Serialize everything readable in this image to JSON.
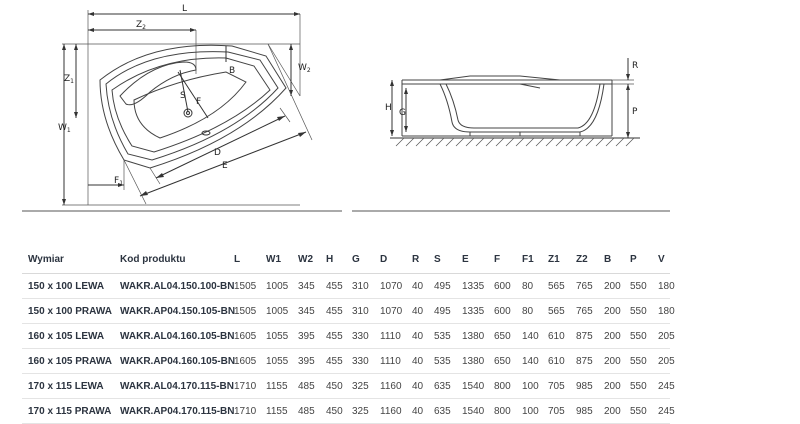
{
  "diagram": {
    "top_view_labels": {
      "L": "L",
      "Z2": "Z",
      "Z2_sub": "2",
      "Z1": "Z",
      "Z1_sub": "1",
      "W1": "W",
      "W1_sub": "1",
      "W2": "W",
      "W2_sub": "2",
      "B": "B",
      "S": "S",
      "F": "F",
      "D": "D",
      "E": "E",
      "F1": "F",
      "F1_sub": "1"
    },
    "side_view_labels": {
      "R": "R",
      "H": "H",
      "G": "G",
      "P": "P"
    }
  },
  "table": {
    "headers": [
      "Wymiar",
      "Kod produktu",
      "L",
      "W1",
      "W2",
      "H",
      "G",
      "D",
      "R",
      "S",
      "E",
      "F",
      "F1",
      "Z1",
      "Z2",
      "B",
      "P",
      "V"
    ],
    "rows": [
      [
        "150 x 100 LEWA",
        "WAKR.AL04.150.100-BN",
        "1505",
        "1005",
        "345",
        "455",
        "310",
        "1070",
        "40",
        "495",
        "1335",
        "600",
        "80",
        "565",
        "765",
        "200",
        "550",
        "180"
      ],
      [
        "150 x 100 PRAWA",
        "WAKR.AP04.150.105-BN",
        "1505",
        "1005",
        "345",
        "455",
        "310",
        "1070",
        "40",
        "495",
        "1335",
        "600",
        "80",
        "565",
        "765",
        "200",
        "550",
        "180"
      ],
      [
        "160 x 105 LEWA",
        "WAKR.AL04.160.105-BN",
        "1605",
        "1055",
        "395",
        "455",
        "330",
        "1110",
        "40",
        "535",
        "1380",
        "650",
        "140",
        "610",
        "875",
        "200",
        "550",
        "205"
      ],
      [
        "160 x 105 PRAWA",
        "WAKR.AP04.160.105-BN",
        "1605",
        "1055",
        "395",
        "455",
        "330",
        "1110",
        "40",
        "535",
        "1380",
        "650",
        "140",
        "610",
        "875",
        "200",
        "550",
        "205"
      ],
      [
        "170 x 115 LEWA",
        "WAKR.AL04.170.115-BN",
        "1710",
        "1155",
        "485",
        "450",
        "325",
        "1160",
        "40",
        "635",
        "1540",
        "800",
        "100",
        "705",
        "985",
        "200",
        "550",
        "245"
      ],
      [
        "170 x 115 PRAWA",
        "WAKR.AP04.170.115-BN",
        "1710",
        "1155",
        "485",
        "450",
        "325",
        "1160",
        "40",
        "635",
        "1540",
        "800",
        "100",
        "705",
        "985",
        "200",
        "550",
        "245"
      ]
    ]
  }
}
